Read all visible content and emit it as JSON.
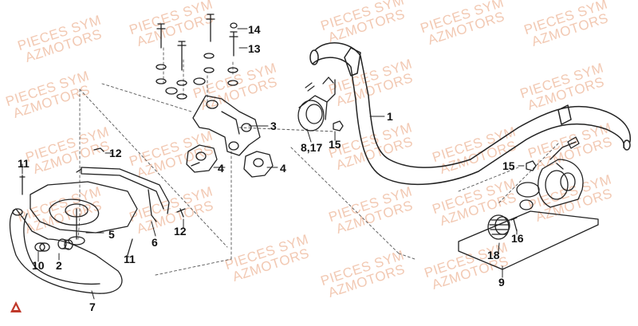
{
  "watermark": {
    "line1": "PIECES SYM",
    "line2": "AZMOTORS"
  },
  "callouts": {
    "c1": "1",
    "c2": "2",
    "c3": "3",
    "c4a": "4",
    "c4b": "4",
    "c5": "5",
    "c6": "6",
    "c7": "7",
    "c8_17": "8,17",
    "c9": "9",
    "c10": "10",
    "c11a": "11",
    "c11b": "11",
    "c12a": "12",
    "c12b": "12",
    "c13": "13",
    "c14": "14",
    "c15a": "15",
    "c15b": "15",
    "c16": "16",
    "c18": "18"
  },
  "colors": {
    "line": "#222222",
    "watermark": "#f2c9b3",
    "logo": "#c0392b"
  }
}
